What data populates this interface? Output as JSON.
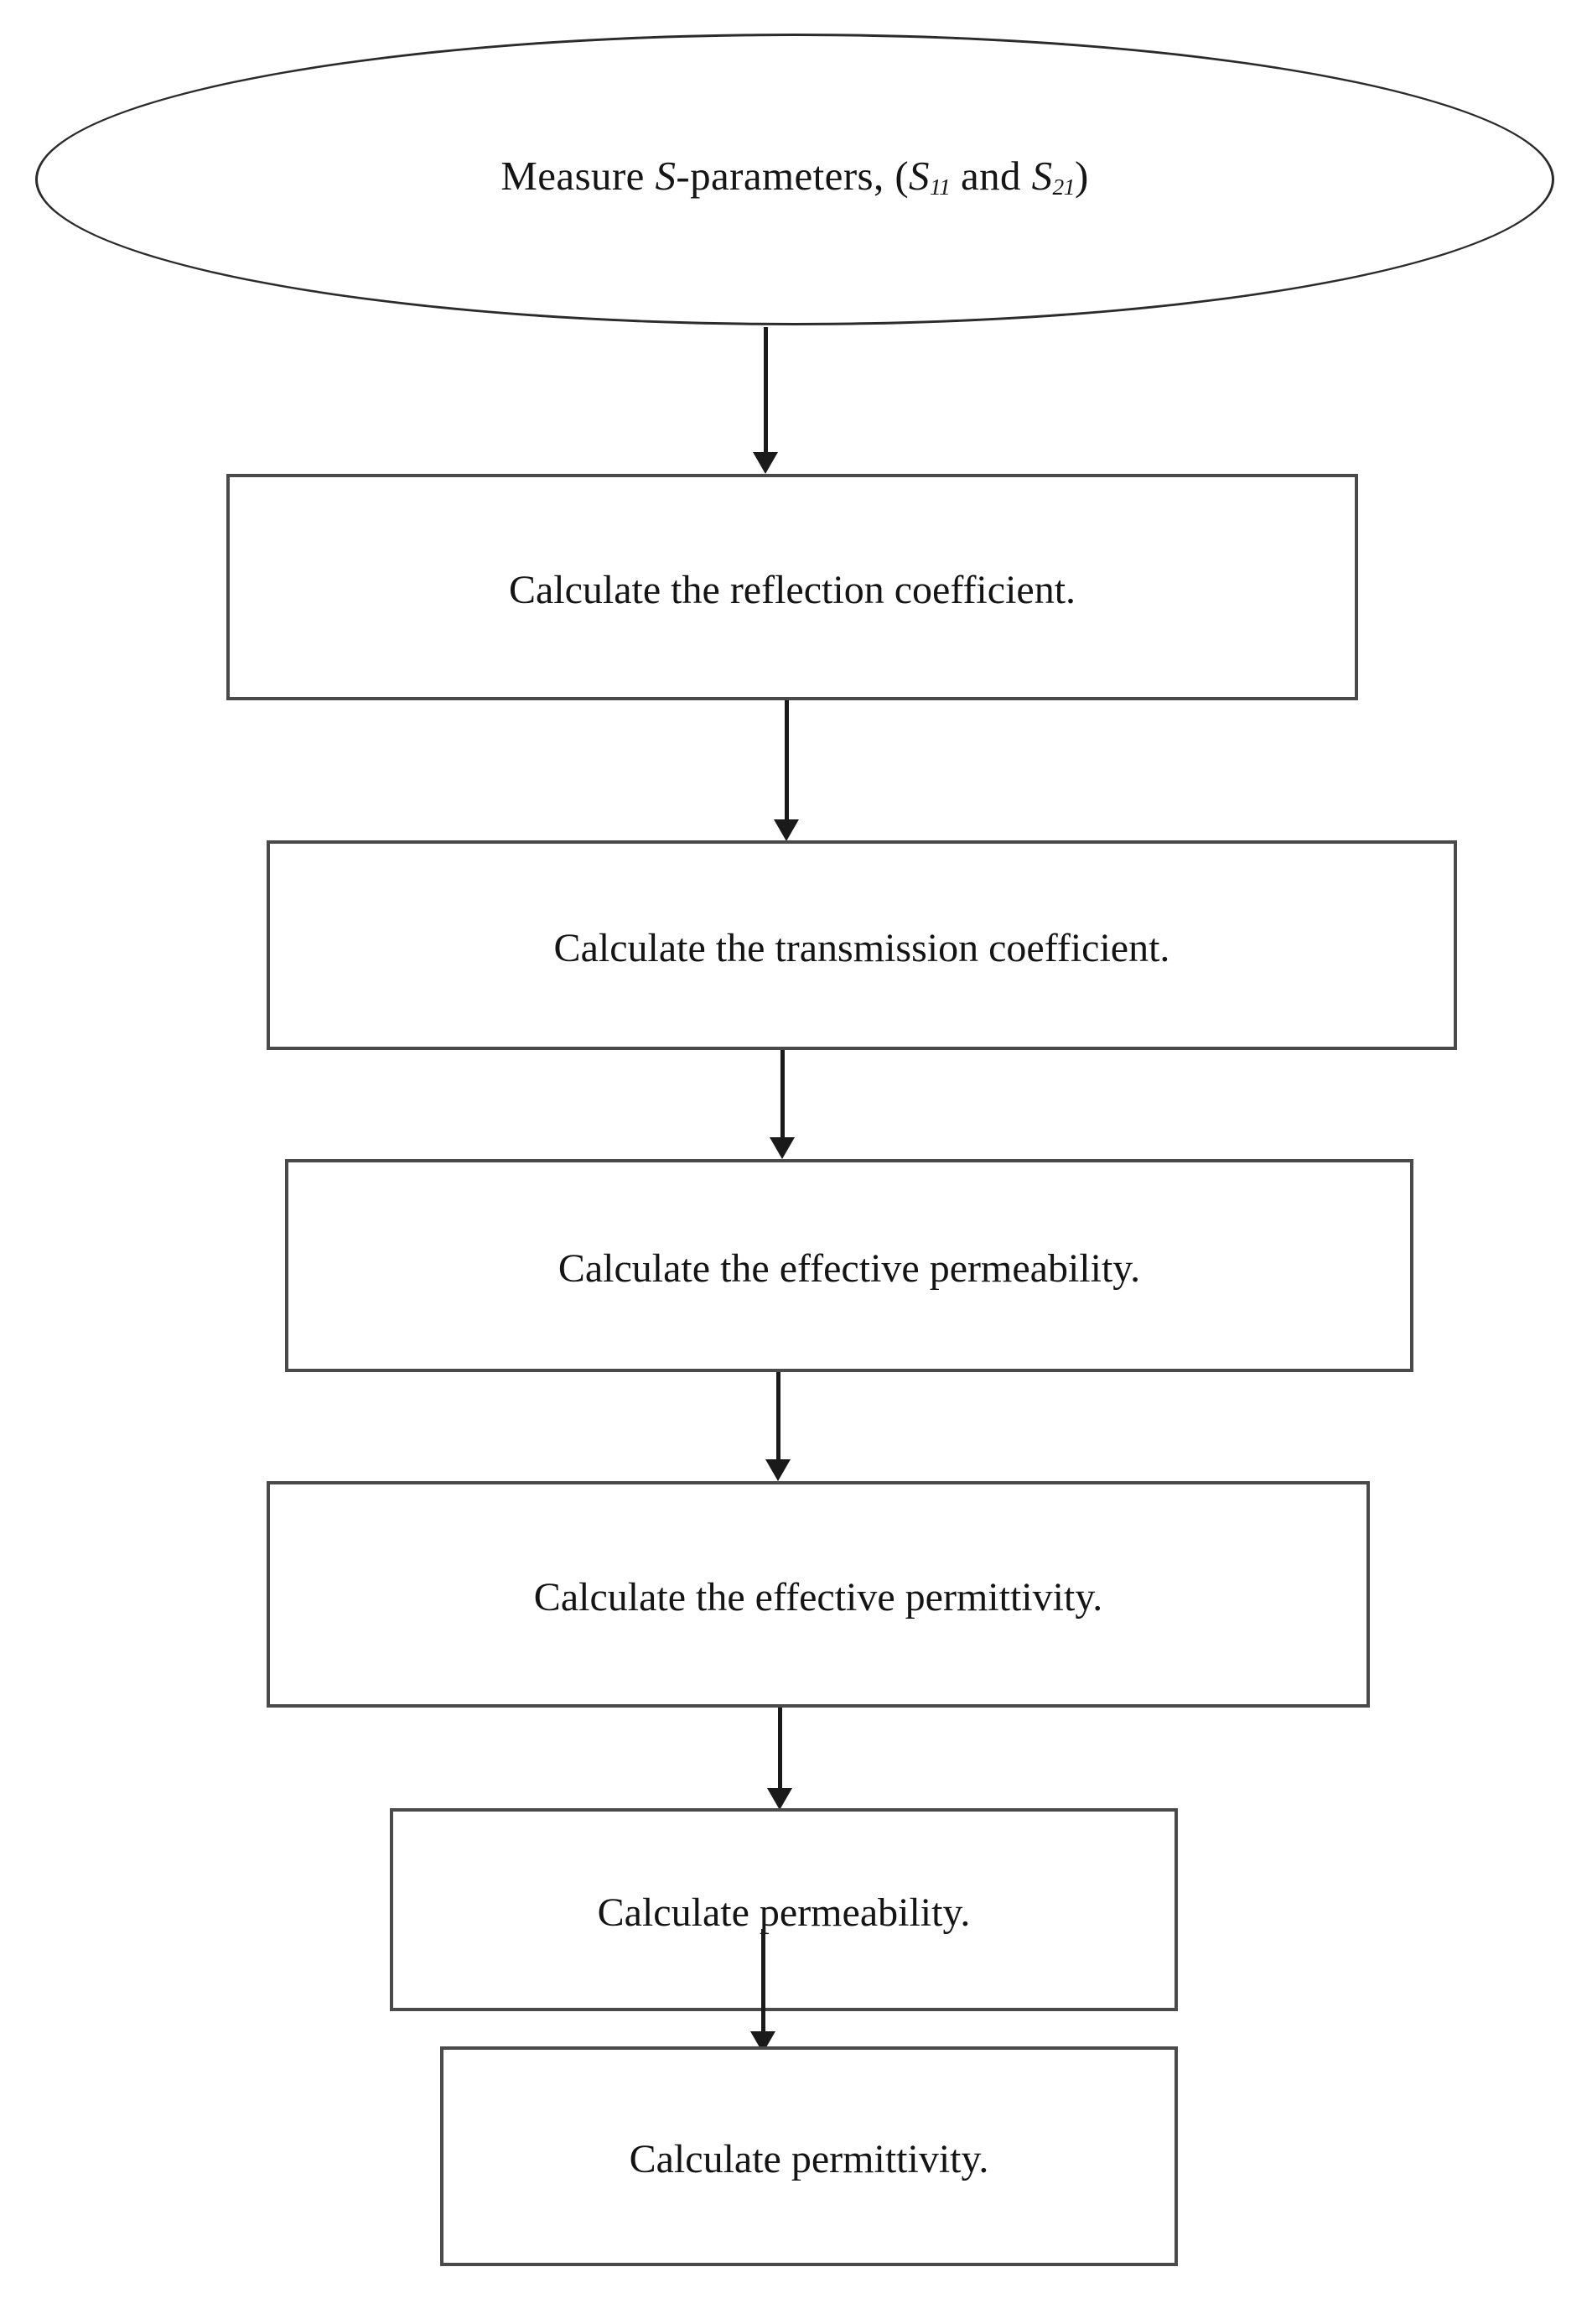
{
  "diagram": {
    "type": "flowchart",
    "title": "Permittivity and permeability extraction flowchart",
    "orientation": "top-to-bottom",
    "colors": {
      "background": "#ffffff",
      "node_border": "#4a4a4a",
      "terminator_border": "#2b2b2b",
      "arrow": "#1a1a1a",
      "text": "#141414"
    },
    "nodes": [
      {
        "id": "n0",
        "shape": "ellipse",
        "role": "terminator",
        "text_prefix": "Measure ",
        "text_symbol": "S",
        "text_mid": "-parameters, (",
        "param1_symbol": "S",
        "param1_sub": "11",
        "text_and": " and ",
        "param2_symbol": "S",
        "param2_sub": "21",
        "text_suffix": ")",
        "plain_text": "Measure S-parameters, (S11 and S21)"
      },
      {
        "id": "n1",
        "shape": "rectangle",
        "role": "process",
        "label": "Calculate the reflection coefficient."
      },
      {
        "id": "n2",
        "shape": "rectangle",
        "role": "process",
        "label": "Calculate the transmission coefficient."
      },
      {
        "id": "n3",
        "shape": "rectangle",
        "role": "process",
        "label": "Calculate the effective permeability."
      },
      {
        "id": "n4",
        "shape": "rectangle",
        "role": "process",
        "label": "Calculate the effective permittivity."
      },
      {
        "id": "n5",
        "shape": "rectangle",
        "role": "process",
        "label": "Calculate permeability."
      },
      {
        "id": "n6",
        "shape": "rectangle",
        "role": "process",
        "label": "Calculate permittivity."
      }
    ],
    "edges": [
      {
        "id": "e0",
        "from": "n0",
        "to": "n1",
        "arrow": "down"
      },
      {
        "id": "e1",
        "from": "n1",
        "to": "n2",
        "arrow": "down"
      },
      {
        "id": "e2",
        "from": "n2",
        "to": "n3",
        "arrow": "down"
      },
      {
        "id": "e3",
        "from": "n3",
        "to": "n4",
        "arrow": "down"
      },
      {
        "id": "e4",
        "from": "n4",
        "to": "n5",
        "arrow": "down"
      },
      {
        "id": "e5",
        "from": "n5",
        "to": "n6",
        "arrow": "down"
      }
    ]
  }
}
